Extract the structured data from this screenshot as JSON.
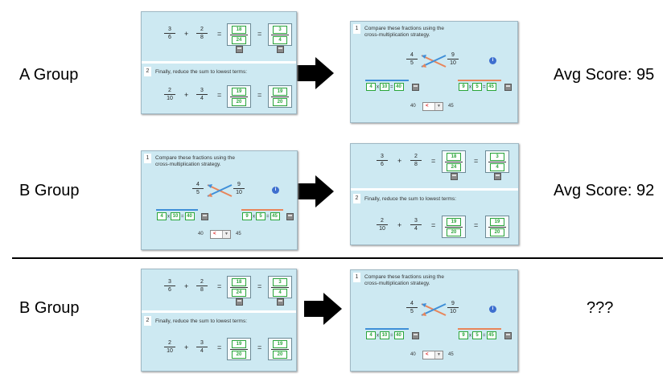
{
  "rows": [
    {
      "label": "A Group",
      "score": "Avg Score: 95"
    },
    {
      "label": "B Group",
      "score": "Avg Score: 92"
    },
    {
      "label": "B Group",
      "score": "???"
    }
  ],
  "sum_panel": {
    "problem_number": "2",
    "instruction": "Finally, reduce the sum to lowest terms:",
    "top_eq": {
      "a_num": "3",
      "a_den": "6",
      "b_num": "2",
      "b_den": "8",
      "op": "+",
      "eq": "=",
      "ans1_num": "18",
      "ans1_den": "24",
      "ans2_num": "3",
      "ans2_den": "4"
    },
    "bottom_eq": {
      "a_num": "2",
      "a_den": "10",
      "b_num": "3",
      "b_den": "4",
      "op": "+",
      "eq": "=",
      "ans1_num": "19",
      "ans1_den": "20",
      "ans2_num": "19",
      "ans2_den": "20"
    }
  },
  "compare_panel": {
    "problem_number": "1",
    "instruction_line1": "Compare these fractions using the",
    "instruction_line2": "cross-multiplication strategy.",
    "left_num": "4",
    "left_den": "5",
    "right_num": "9",
    "right_den": "10",
    "info": "i",
    "left_calc": {
      "a": "4",
      "x": "x",
      "b": "10",
      "eq": "=",
      "r": "40"
    },
    "right_calc": {
      "a": "9",
      "x": "x",
      "b": "5",
      "eq": "=",
      "r": "45"
    },
    "left_value": "40",
    "right_value": "45",
    "compare_symbol": "<",
    "dropdown_glyph": "▼"
  },
  "colors": {
    "panel": "#cde9f2",
    "blue": "#3f8fd8",
    "orange": "#e8855a",
    "green": "#2aa53a"
  }
}
